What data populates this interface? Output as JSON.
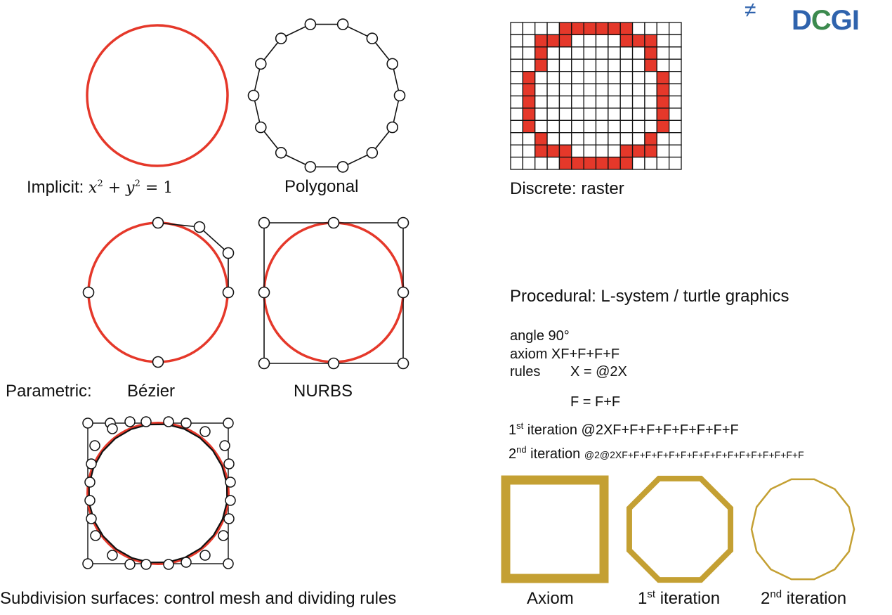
{
  "logo": {
    "text": "DCGI",
    "mark": "≠"
  },
  "colors": {
    "curve": "#e5382a",
    "control": "#111111",
    "turtle": "#c4a033",
    "logo_blue": "#2f63ad",
    "logo_green": "#3c8a4e"
  },
  "labels": {
    "implicit_prefix": "Implicit:",
    "implicit_eq_left": "x² + y² = 1",
    "polygonal": "Polygonal",
    "discrete": "Discrete: raster",
    "parametric": "Parametric:",
    "bezier": "Bézier",
    "nurbs": "NURBS",
    "subdivision": "Subdivision surfaces: control mesh and dividing rules",
    "procedural": "Procedural: L-system / turtle graphics"
  },
  "lsystem": {
    "angle": "angle 90°",
    "axiom": "axiom XF+F+F+F",
    "rules_label": "rules",
    "rule_x": "X = @2X",
    "rule_f": "F = F+F",
    "iter1_num": "1",
    "iter1_sup": "st",
    "iter1_word": " iteration ",
    "iter1_value": "@2XF+F+F+F+F+F+F+F",
    "iter2_num": "2",
    "iter2_sup": "nd",
    "iter2_word": " iteration ",
    "iter2_value": "@2@2XF+F+F+F+F+F+F+F+F+F+F+F+F+F+F+F"
  },
  "captions": {
    "axiom": "Axiom",
    "iter1_num": "1",
    "iter1_sup": "st",
    "iter1_word": " iteration",
    "iter2_num": "2",
    "iter2_sup": "nd",
    "iter2_word": " iteration"
  },
  "raster": {
    "cols": 14,
    "rows": 12,
    "filled": [
      [
        0,
        4
      ],
      [
        0,
        5
      ],
      [
        0,
        6
      ],
      [
        0,
        7
      ],
      [
        0,
        8
      ],
      [
        0,
        9
      ],
      [
        1,
        2
      ],
      [
        1,
        3
      ],
      [
        1,
        4
      ],
      [
        1,
        9
      ],
      [
        1,
        10
      ],
      [
        1,
        11
      ],
      [
        2,
        2
      ],
      [
        2,
        11
      ],
      [
        3,
        2
      ],
      [
        3,
        11
      ],
      [
        4,
        1
      ],
      [
        4,
        12
      ],
      [
        5,
        1
      ],
      [
        5,
        12
      ],
      [
        6,
        1
      ],
      [
        6,
        12
      ],
      [
        7,
        1
      ],
      [
        7,
        12
      ],
      [
        8,
        1
      ],
      [
        8,
        12
      ],
      [
        9,
        2
      ],
      [
        9,
        11
      ],
      [
        10,
        2
      ],
      [
        10,
        3
      ],
      [
        10,
        4
      ],
      [
        10,
        9
      ],
      [
        10,
        10
      ],
      [
        10,
        11
      ],
      [
        11,
        4
      ],
      [
        11,
        5
      ],
      [
        11,
        6
      ],
      [
        11,
        7
      ],
      [
        11,
        8
      ],
      [
        11,
        9
      ]
    ]
  }
}
